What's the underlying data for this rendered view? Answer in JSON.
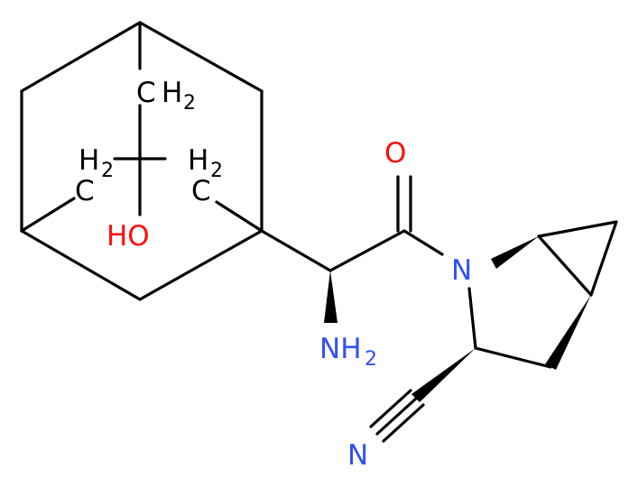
{
  "molecule": {
    "atoms": {
      "o_carbonyl": "O",
      "n_ring": "N",
      "n_nitrile": "N",
      "nh2": "NH",
      "nh2_sub": "2",
      "oh": "HO",
      "ch2_top_c": "C",
      "ch2_top_h": "H",
      "ch2_top_sub": "2",
      "ch2_left_c": "C",
      "ch2_left_h": "H",
      "ch2_left_sub": "2",
      "ch2_right_c": "C",
      "ch2_right_h": "H",
      "ch2_right_sub": "2"
    },
    "colors": {
      "bond": "#000000",
      "oxygen": "#ff0d0d",
      "nitrogen": "#3050f8",
      "carbon": "#000000"
    }
  }
}
